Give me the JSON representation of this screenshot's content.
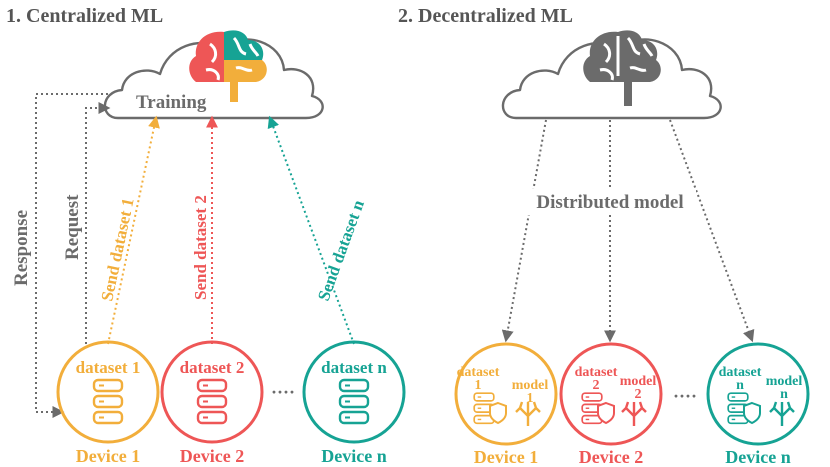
{
  "colors": {
    "orange": "#F2AE3B",
    "red": "#EE5656",
    "teal": "#16A394",
    "gray": "#6B6B6B",
    "cloud_stroke": "#6B6B6B"
  },
  "centralized": {
    "title": "1. Centralized ML",
    "cloud_label": "Training",
    "response_label": "Response",
    "request_label": "Request",
    "send_labels": [
      "Send dataset 1",
      "Send dataset 2",
      "Send dataset n"
    ],
    "devices": [
      {
        "dataset": "dataset 1",
        "device": "Device 1",
        "color": "#F2AE3B"
      },
      {
        "dataset": "dataset 2",
        "device": "Device 2",
        "color": "#EE5656"
      },
      {
        "dataset": "dataset n",
        "device": "Device n",
        "color": "#16A394"
      }
    ],
    "ellipsis": "····"
  },
  "decentralized": {
    "title": "2. Decentralized ML",
    "distributed_label": "Distributed model",
    "devices": [
      {
        "dataset": "dataset",
        "dataset_index": "1",
        "model": "model",
        "model_index": "1",
        "device": "Device 1",
        "color": "#F2AE3B"
      },
      {
        "dataset": "dataset",
        "dataset_index": "2",
        "model": "model",
        "model_index": "2",
        "device": "Device 2",
        "color": "#EE5656"
      },
      {
        "dataset": "dataset",
        "dataset_index": "n",
        "model": "model",
        "model_index": "n",
        "device": "Device n",
        "color": "#16A394"
      }
    ],
    "ellipsis": "····"
  },
  "icons": {
    "brain_color": "brain-icon",
    "brain_gray": "brain-icon",
    "database": "database-icon",
    "shield": "shield-icon",
    "model_tree": "neural-tree-icon"
  }
}
